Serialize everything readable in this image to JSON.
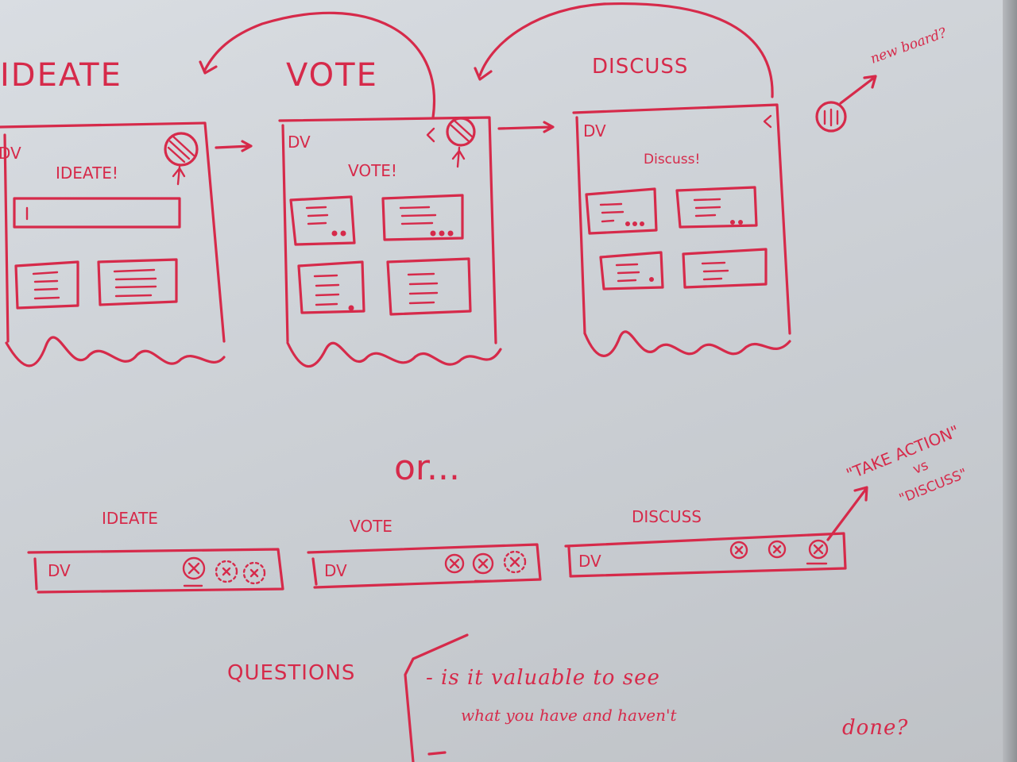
{
  "stages": {
    "ideate": {
      "heading": "IDEATE",
      "screen_title": "IDEATE!",
      "app": "DV"
    },
    "vote": {
      "heading": "VOTE",
      "screen_title": "VOTE!",
      "app": "DV"
    },
    "discuss": {
      "heading": "DISCUSS",
      "screen_title": "Discuss!",
      "app": "DV"
    }
  },
  "new_board_note": "new board?",
  "or_text": "or...",
  "alt": {
    "ideate": {
      "label": "IDEATE",
      "app": "DV"
    },
    "vote": {
      "label": "VOTE",
      "app": "DV"
    },
    "discuss": {
      "label": "DISCUSS",
      "app": "DV"
    }
  },
  "take_action_note": {
    "line1": "\"TAKE ACTION\"",
    "line2": "vs",
    "line3": "\"DISCUSS\""
  },
  "questions": {
    "label": "QUESTIONS",
    "line1": "- is it valuable to see",
    "line2": "what you have and haven't",
    "line3": "done?"
  },
  "colors": {
    "ink": "#d62a4a",
    "board": "#d6dade"
  }
}
